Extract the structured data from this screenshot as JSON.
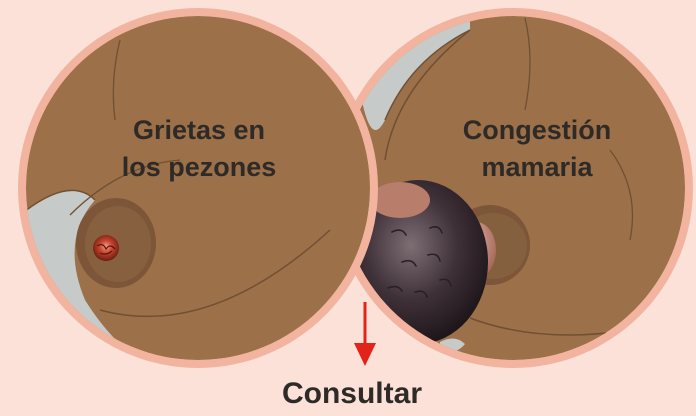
{
  "colors": {
    "background": "#fbe1d8",
    "ring": "#f2b39f",
    "skin": "#9c7048",
    "skin_shadow": "#7c5433",
    "areola": "#7d5538",
    "fabric": "#c6cac9",
    "arrow": "#e2231a",
    "text": "#2e2a27"
  },
  "panels": [
    {
      "id": "cracked-nipples",
      "title_line1": "Grietas en",
      "title_line2": "los pezones"
    },
    {
      "id": "breast-engorgement",
      "title_line1": "Congestión",
      "title_line2": "mamaria"
    }
  ],
  "action": {
    "label": "Consultar",
    "icon": "arrow-down-icon"
  }
}
